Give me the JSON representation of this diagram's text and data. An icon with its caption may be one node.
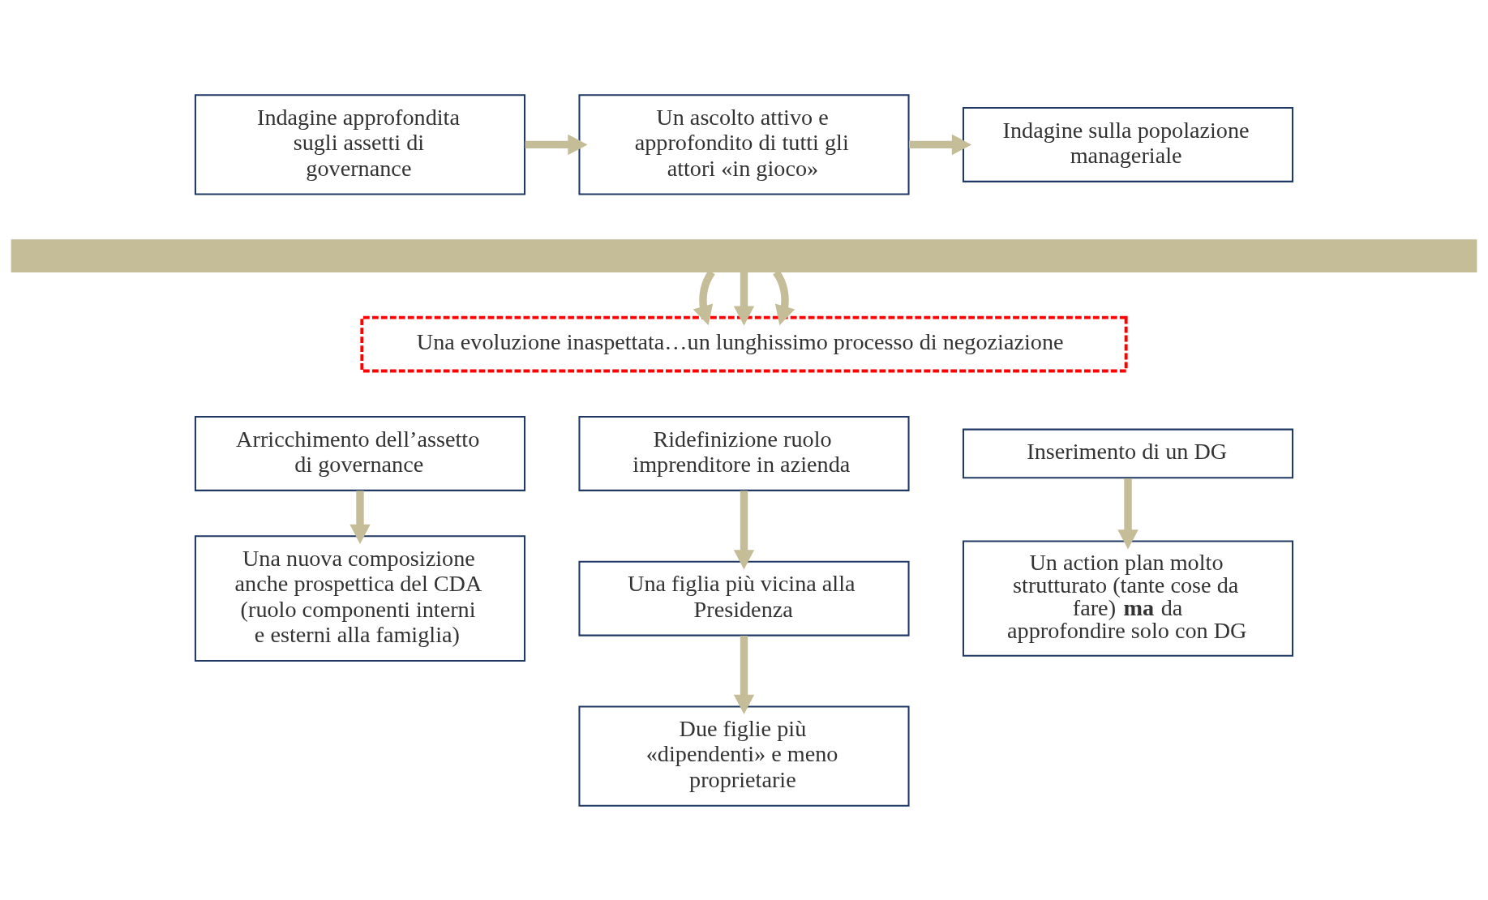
{
  "diagram": {
    "nodes": [
      {
        "text": [
          "Indagine approfondita sugli assetti di governance"
        ]
      },
      {
        "text": [
          "Un ascolto attivo e approfondito di tutti gli attori «in gioco»"
        ]
      },
      {
        "text": [
          "Indagine sulla popolazione manageriale"
        ]
      },
      {
        "text": [],
        "shape": "bar"
      },
      {
        "text": [
          "Una evoluzione inaspettata…un lunghissimo processo di negoziazione"
        ]
      },
      {
        "text": [
          "Arricchimento dell’assetto di governance"
        ]
      },
      {
        "text": [
          "Una nuova composizione anche prospettica del CDA (ruolo componenti interni e esterni alla famiglia)"
        ]
      },
      {
        "text": [
          "Ridefinizione ruolo imprenditore in azienda"
        ]
      },
      {
        "text": [
          "Una figlia più vicina alla Presidenza"
        ]
      },
      {
        "text": [
          "Due figlie più «dipendenti» e meno proprietarie"
        ]
      },
      {
        "text": [
          "Inserimento di un DG"
        ]
      },
      {
        "text": [
          "Un action plan molto strutturato (tante cose da fare) **ma** da approfondire solo con DG"
        ]
      }
    ],
    "edges": [
      {
        "from": 0,
        "to": 1,
        "arrow": "to"
      },
      {
        "from": 1,
        "to": 2,
        "arrow": "to"
      },
      {
        "from": 3,
        "to": 4,
        "arrow": "to"
      },
      {
        "from": 3,
        "to": 4,
        "arrow": "to"
      },
      {
        "from": 3,
        "to": 4,
        "arrow": "to"
      },
      {
        "from": 5,
        "to": 6,
        "arrow": "to"
      },
      {
        "from": 7,
        "to": 8,
        "arrow": "to"
      },
      {
        "from": 8,
        "to": 9,
        "arrow": "to"
      },
      {
        "from": 10,
        "to": 11,
        "arrow": "to"
      }
    ]
  }
}
